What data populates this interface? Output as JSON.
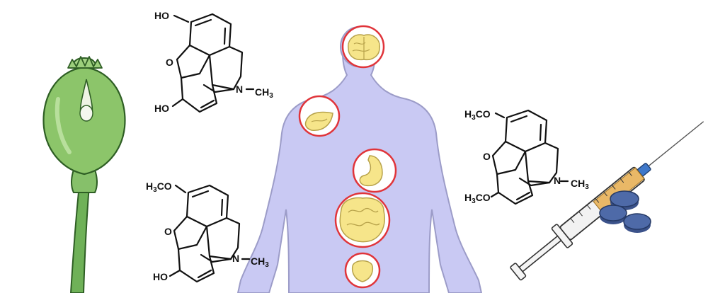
{
  "morphine": {
    "oh_top": "HO",
    "o_ring": "O",
    "oh_bottom": "HO",
    "n_methyl": "N",
    "ch3": "CH",
    "ch3_sub": "3"
  },
  "codeine": {
    "methoxy_prefix": "H",
    "methoxy_sub": "3",
    "methoxy_suffix": "CO",
    "o_ring": "O",
    "oh_bottom": "HO",
    "n_methyl": "N",
    "ch3": "CH",
    "ch3_sub": "3"
  },
  "thebaine_like": {
    "methoxy_top_prefix": "H",
    "methoxy_top_sub": "3",
    "methoxy_top_suffix": "CO",
    "o_ring": "O",
    "methoxy_bottom_prefix": "H",
    "methoxy_bottom_sub": "3",
    "methoxy_bottom_suffix": "CO",
    "n_methyl": "N",
    "ch3": "CH",
    "ch3_sub": "3"
  },
  "colors": {
    "poppy_green": "#8cc56a",
    "poppy_dark": "#3d7a2f",
    "body": "#c9c9f3",
    "body_outline": "#9c9cc8",
    "organ_ring": "#e0343a",
    "organ_fill": "#f6e58a",
    "pill_blue": "#4e6aa8",
    "syringe_fluid": "#e9b867",
    "needle_hub": "#3f78c9"
  },
  "organs": [
    "brain",
    "lungs",
    "stomach",
    "intestines",
    "bladder"
  ]
}
